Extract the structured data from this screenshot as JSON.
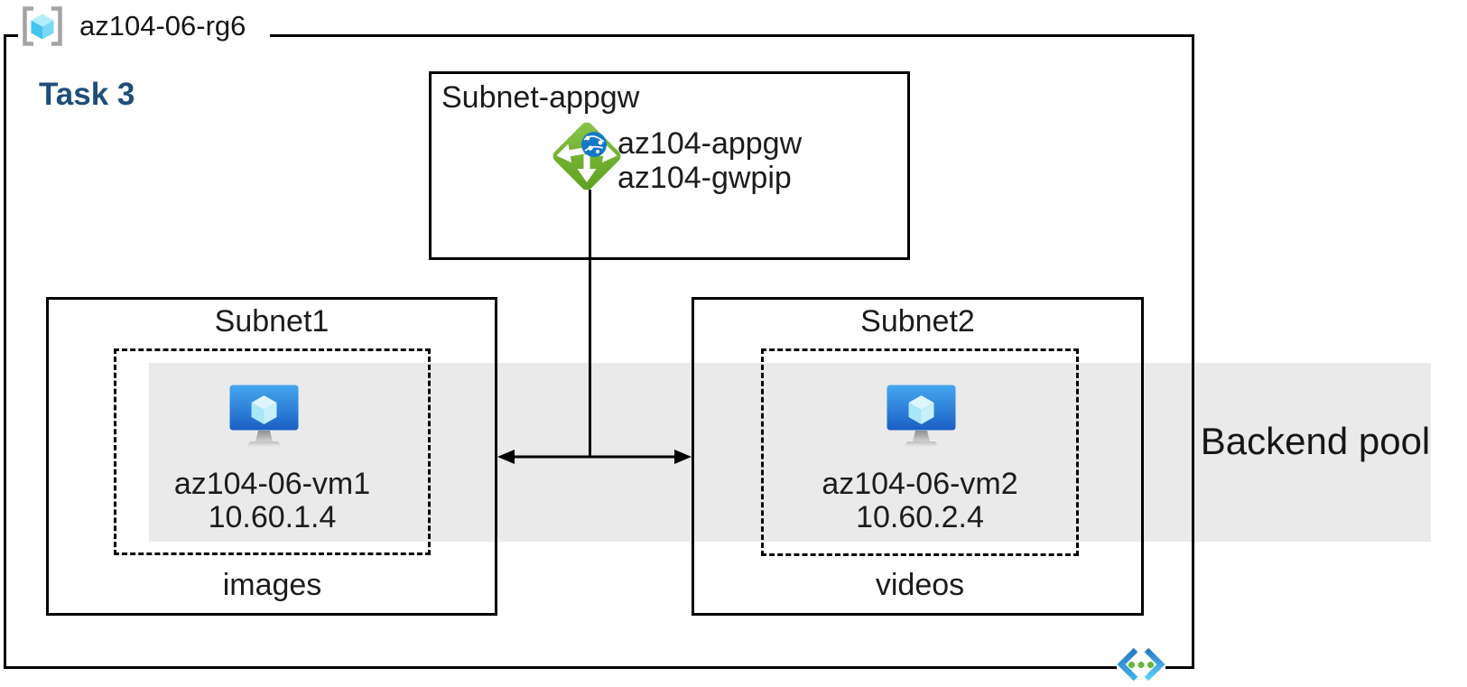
{
  "resource_group": {
    "name": "az104-06-rg6",
    "icon": "resource-group-icon"
  },
  "task_label": "Task 3",
  "appgw_subnet": {
    "label": "Subnet-appgw",
    "icon": "application-gateway-icon",
    "gateway_name": "az104-appgw",
    "public_ip_name": "az104-gwpip"
  },
  "subnets": [
    {
      "label": "Subnet1",
      "vm_name": "az104-06-vm1",
      "vm_ip": "10.60.1.4",
      "storage_label": "images",
      "icon": "virtual-machine-icon"
    },
    {
      "label": "Subnet2",
      "vm_name": "az104-06-vm2",
      "vm_ip": "10.60.2.4",
      "storage_label": "videos",
      "icon": "virtual-machine-icon"
    }
  ],
  "backend_pool": {
    "label": "Backend pool"
  },
  "vnet": {
    "icon": "virtual-network-icon"
  },
  "colors": {
    "band": "#eaeaea",
    "task_blue": "#1f4e79",
    "appgw_green": "#74b32c",
    "globe_blue": "#1478c8",
    "vm_blue_top": "#46a7ef",
    "vm_blue_bottom": "#1a5fc4",
    "cube_cyan": "#3fc5ee",
    "vnet_blue": "#2a79c4",
    "vnet_cyan": "#5bd3f7",
    "dot_green": "#68b63e",
    "line_black": "#000000"
  }
}
